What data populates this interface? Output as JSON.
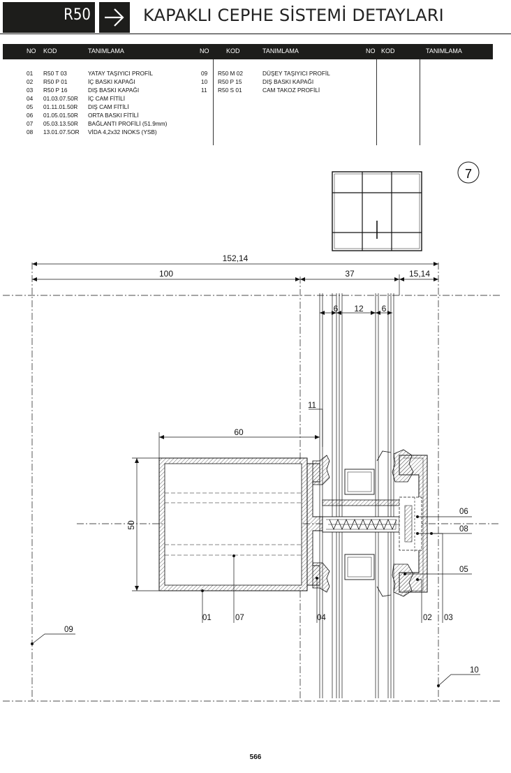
{
  "header": {
    "series": "R50",
    "title": "KAPAKLI CEPHE SİSTEMİ DETAYLARI"
  },
  "table": {
    "headers": [
      "NO",
      "KOD",
      "TANIMLAMA",
      "NO",
      "KOD",
      "TANIMLAMA",
      "NO",
      "KOD",
      "TANIMLAMA"
    ],
    "group1": [
      {
        "no": "01",
        "kod": "R50 T 03",
        "tanim": "YATAY TAŞIYICI PROFİL"
      },
      {
        "no": "02",
        "kod": "R50 P 01",
        "tanim": "İÇ BASKI KAPAĞI"
      },
      {
        "no": "03",
        "kod": "R50 P 16",
        "tanim": "DIŞ BASKI KAPAĞI"
      },
      {
        "no": "04",
        "kod": "01.03.07.50R",
        "tanim": "İÇ CAM FİTİLİ"
      },
      {
        "no": "05",
        "kod": "01.11.01.50R",
        "tanim": "DIŞ CAM FİTİLİ"
      },
      {
        "no": "06",
        "kod": "01.05.01.50R",
        "tanim": "ORTA BASKI FİTİLİ"
      },
      {
        "no": "07",
        "kod": "05.03.13.50R",
        "tanim": "BAĞLANTI PROFİLİ (51.9mm)"
      },
      {
        "no": "08",
        "kod": "13.01.07.5OR",
        "tanim": "VİDA 4,2x32 INOKS (YSB)"
      }
    ],
    "group2": [
      {
        "no": "09",
        "kod": "R50 M 02",
        "tanim": "DÜŞEY TAŞIYICI PROFİL"
      },
      {
        "no": "10",
        "kod": "R50 P 15",
        "tanim": "DIŞ BASKI KAPAĞI"
      },
      {
        "no": "11",
        "kod": "R50 S 01",
        "tanim": "CAM TAKOZ PROFİLİ"
      }
    ]
  },
  "detail_number": "7",
  "dimensions": {
    "total": "152,14",
    "d100": "100",
    "d37": "37",
    "d15": "15,14",
    "d6a": "6",
    "d12": "12",
    "d6b": "6",
    "d60": "60",
    "d50": "50"
  },
  "labels": {
    "l01": "01",
    "l02": "02",
    "l03": "03",
    "l04": "04",
    "l05": "05",
    "l06": "06",
    "l07": "07",
    "l08": "08",
    "l09": "09",
    "l10": "10",
    "l11": "11"
  },
  "page_number": "566"
}
